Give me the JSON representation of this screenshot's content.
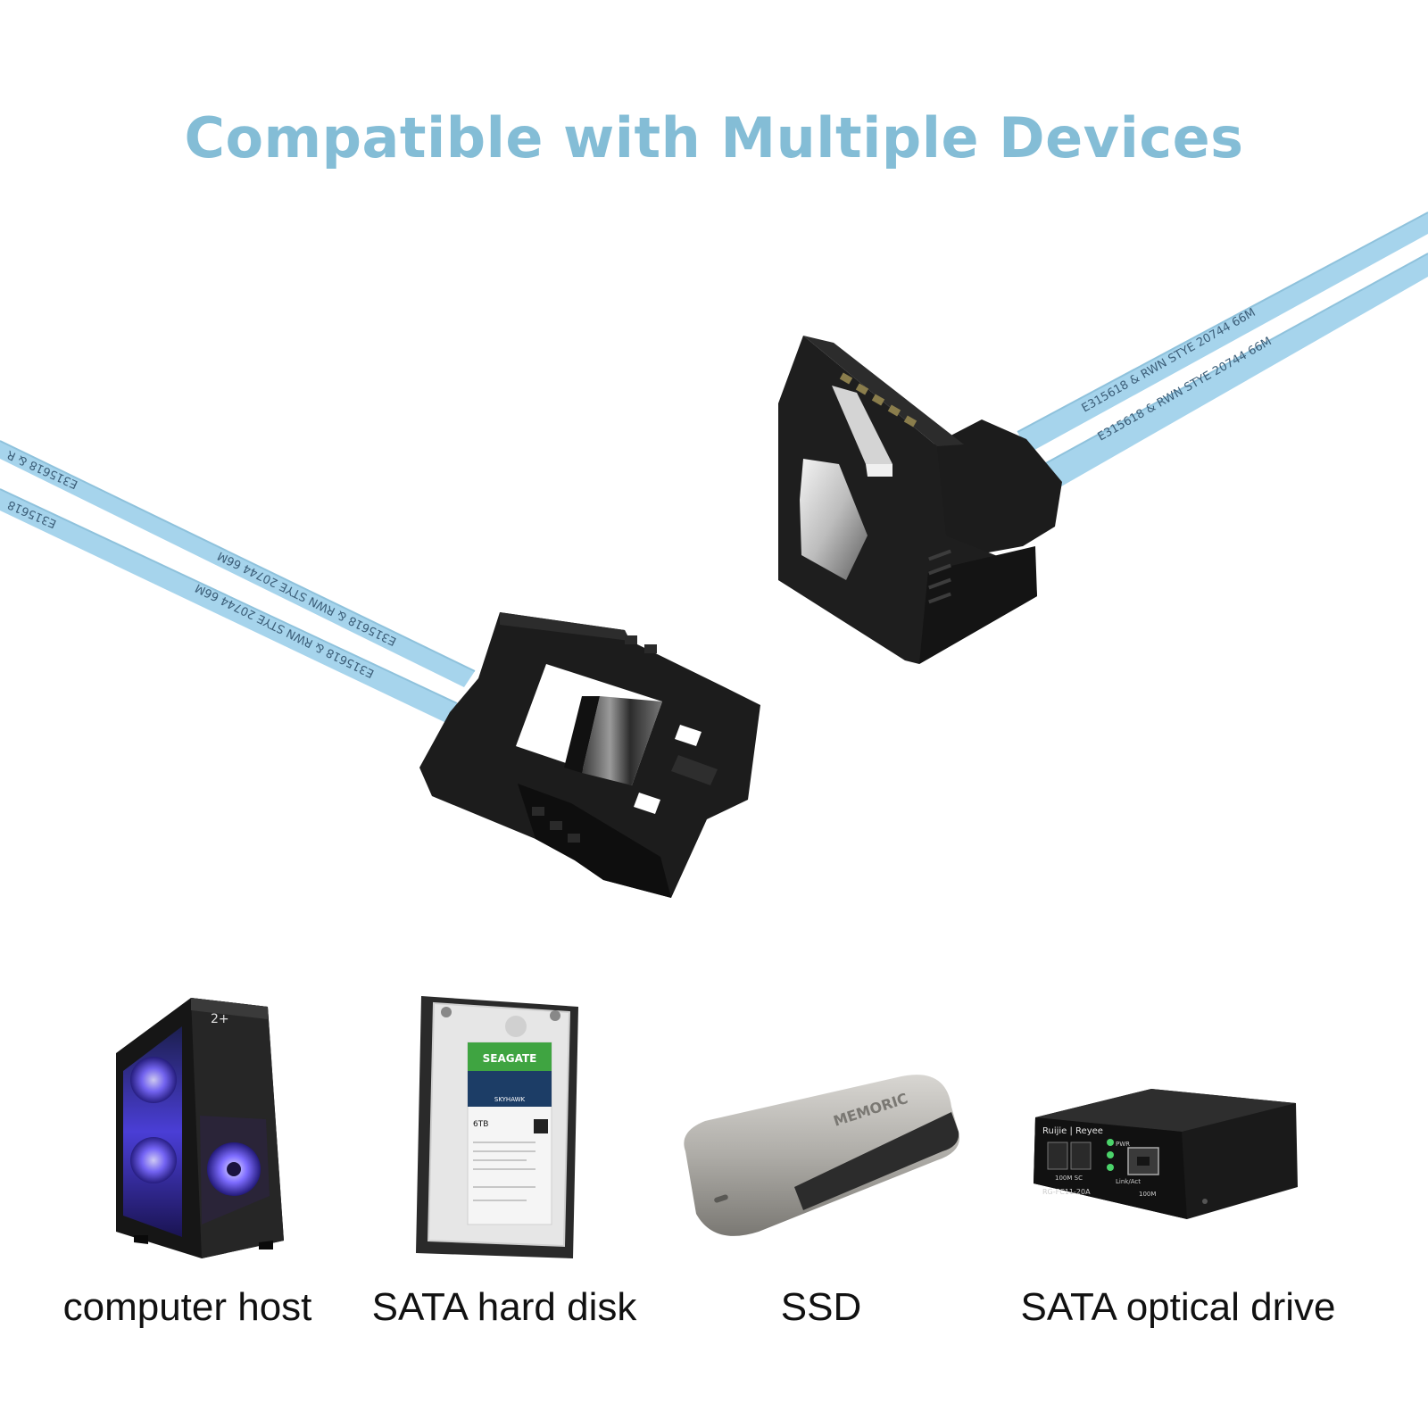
{
  "headline": "Compatible with Multiple Devices",
  "cable": {
    "print_upper_right": "E315618 & RWN STYE 20744 66M",
    "print_lower_right": "E315618 & RWN STYE 20744 66M",
    "print_upper_left": "E315618 & RWN STYE 20744 66M",
    "print_lower_left": "E315618 & RWN STYE 20744 66M",
    "print_fragment_a": "E315618 & R",
    "print_fragment_b": "E315618",
    "cable_color": "#a6d4ec",
    "connector_color": "#1c1c1c"
  },
  "devices": [
    {
      "label": "computer host",
      "icon": "pc-tower-icon"
    },
    {
      "label": "SATA hard disk",
      "icon": "hard-disk-icon"
    },
    {
      "label": "SSD",
      "icon": "ssd-icon"
    },
    {
      "label": "SATA optical drive",
      "icon": "media-converter-icon"
    }
  ],
  "product_text": {
    "hdd_brand": "SEAGATE",
    "hdd_model": "SKYHAWK",
    "hdd_capacity": "6TB",
    "ssd_brand": "MEMORIC",
    "converter_brand": "Ruijie | Reyee",
    "converter_model": "RG-FC11-20A",
    "converter_port_a": "100M SC",
    "converter_port_b": "100M",
    "converter_led_a": "PWR",
    "converter_led_b": "Link/Act"
  },
  "colors": {
    "headline": "#84bdd6",
    "label": "#111111"
  }
}
